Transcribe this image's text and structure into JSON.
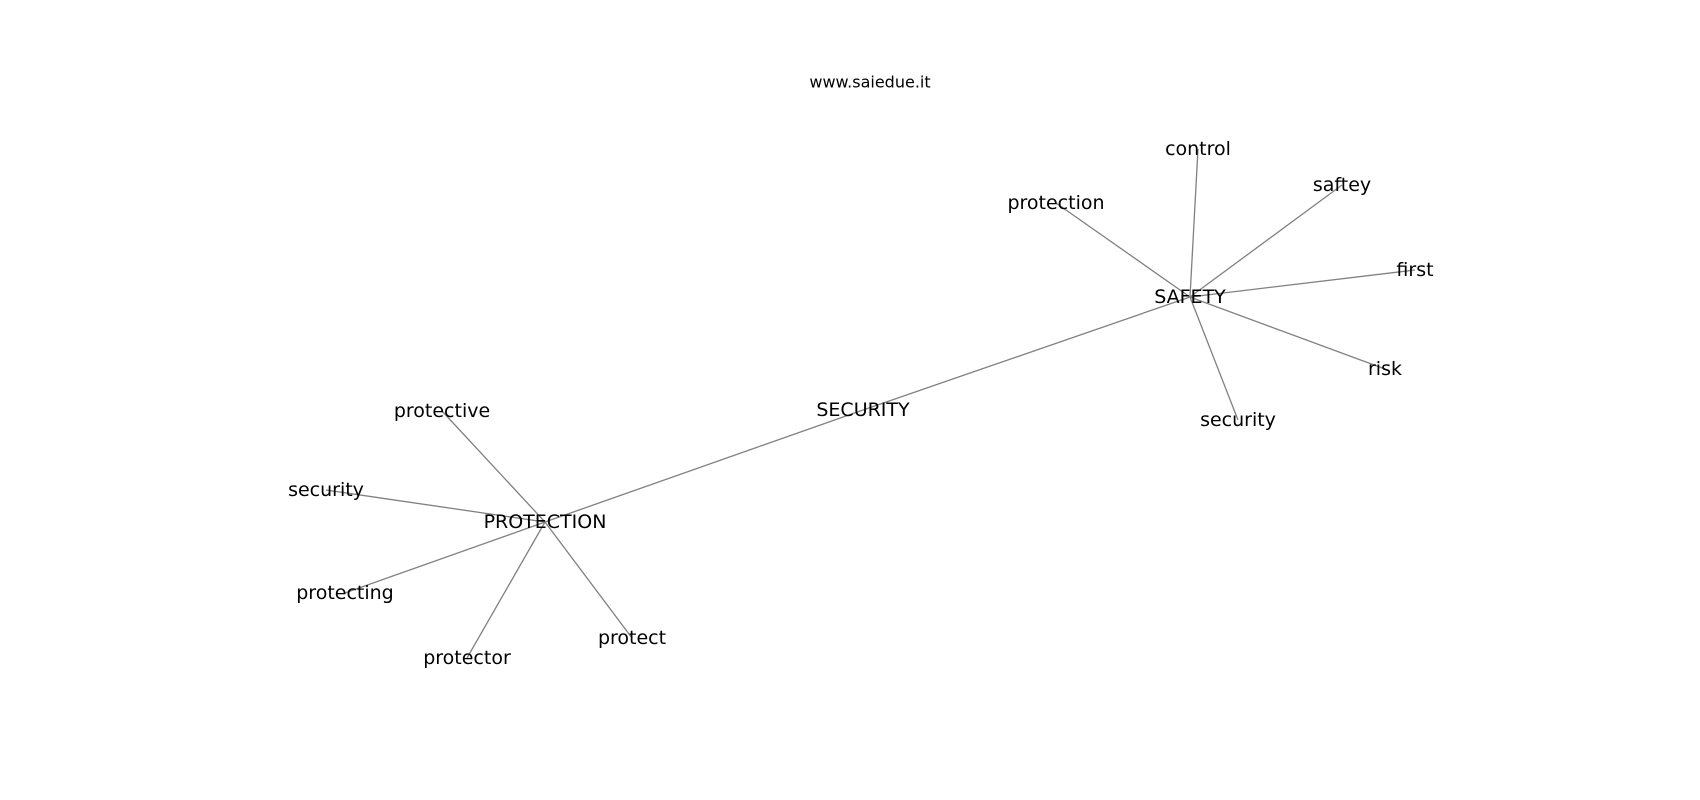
{
  "site_caption": "www.saiedue.it",
  "colors": {
    "background": "#ffffff",
    "edge": "#808080",
    "text": "#000000"
  },
  "nodes": [
    {
      "id": "security_center",
      "label": "SECURITY"
    },
    {
      "id": "safety",
      "label": "SAFETY"
    },
    {
      "id": "protection_hub",
      "label": "PROTECTION"
    },
    {
      "id": "control",
      "label": "control"
    },
    {
      "id": "saftey",
      "label": "saftey"
    },
    {
      "id": "protection_leaf",
      "label": "protection"
    },
    {
      "id": "first",
      "label": "first"
    },
    {
      "id": "risk",
      "label": "risk"
    },
    {
      "id": "security_safety",
      "label": "security"
    },
    {
      "id": "protective",
      "label": "protective"
    },
    {
      "id": "security_protection",
      "label": "security"
    },
    {
      "id": "protecting",
      "label": "protecting"
    },
    {
      "id": "protector",
      "label": "protector"
    },
    {
      "id": "protect",
      "label": "protect"
    }
  ],
  "edges": [
    [
      "security_center",
      "safety"
    ],
    [
      "security_center",
      "protection_hub"
    ],
    [
      "safety",
      "control"
    ],
    [
      "safety",
      "saftey"
    ],
    [
      "safety",
      "protection_leaf"
    ],
    [
      "safety",
      "first"
    ],
    [
      "safety",
      "risk"
    ],
    [
      "safety",
      "security_safety"
    ],
    [
      "protection_hub",
      "protective"
    ],
    [
      "protection_hub",
      "security_protection"
    ],
    [
      "protection_hub",
      "protecting"
    ],
    [
      "protection_hub",
      "protector"
    ],
    [
      "protection_hub",
      "protect"
    ]
  ]
}
